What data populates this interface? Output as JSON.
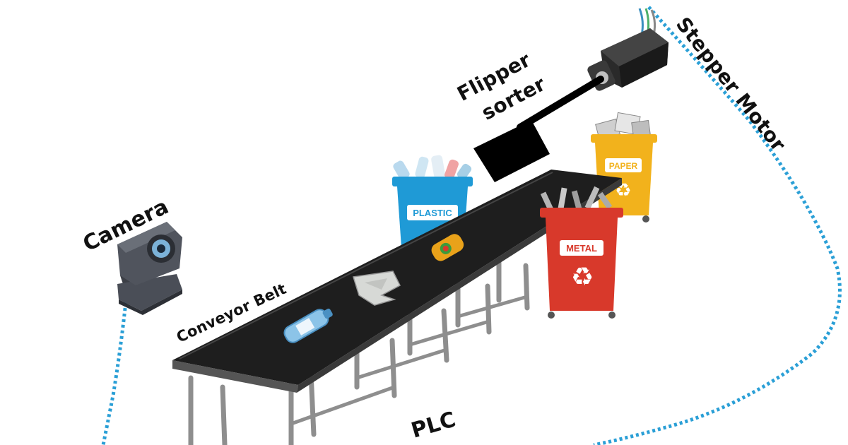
{
  "labels": {
    "camera": "Camera",
    "conveyor": "Conveyor Belt",
    "flipper_line1": "Flipper",
    "flipper_line2": "sorter",
    "stepper": "Stepper Motor",
    "plc": "PLC"
  },
  "bins": {
    "plastic": {
      "label": "PLASTIC",
      "color": "#1f9ad6"
    },
    "paper": {
      "label": "PAPER",
      "color": "#f2b21c"
    },
    "metal": {
      "label": "METAL",
      "color": "#d8392b"
    }
  },
  "colors": {
    "wire": "#2a9fd6",
    "belt": "#1e1e1e",
    "frame": "#8e8e8e",
    "flipper": "#000000"
  },
  "icons": [
    "camera-icon",
    "stepper-motor-icon",
    "recycle-icon",
    "bottle-icon",
    "can-icon",
    "paper-icon"
  ]
}
